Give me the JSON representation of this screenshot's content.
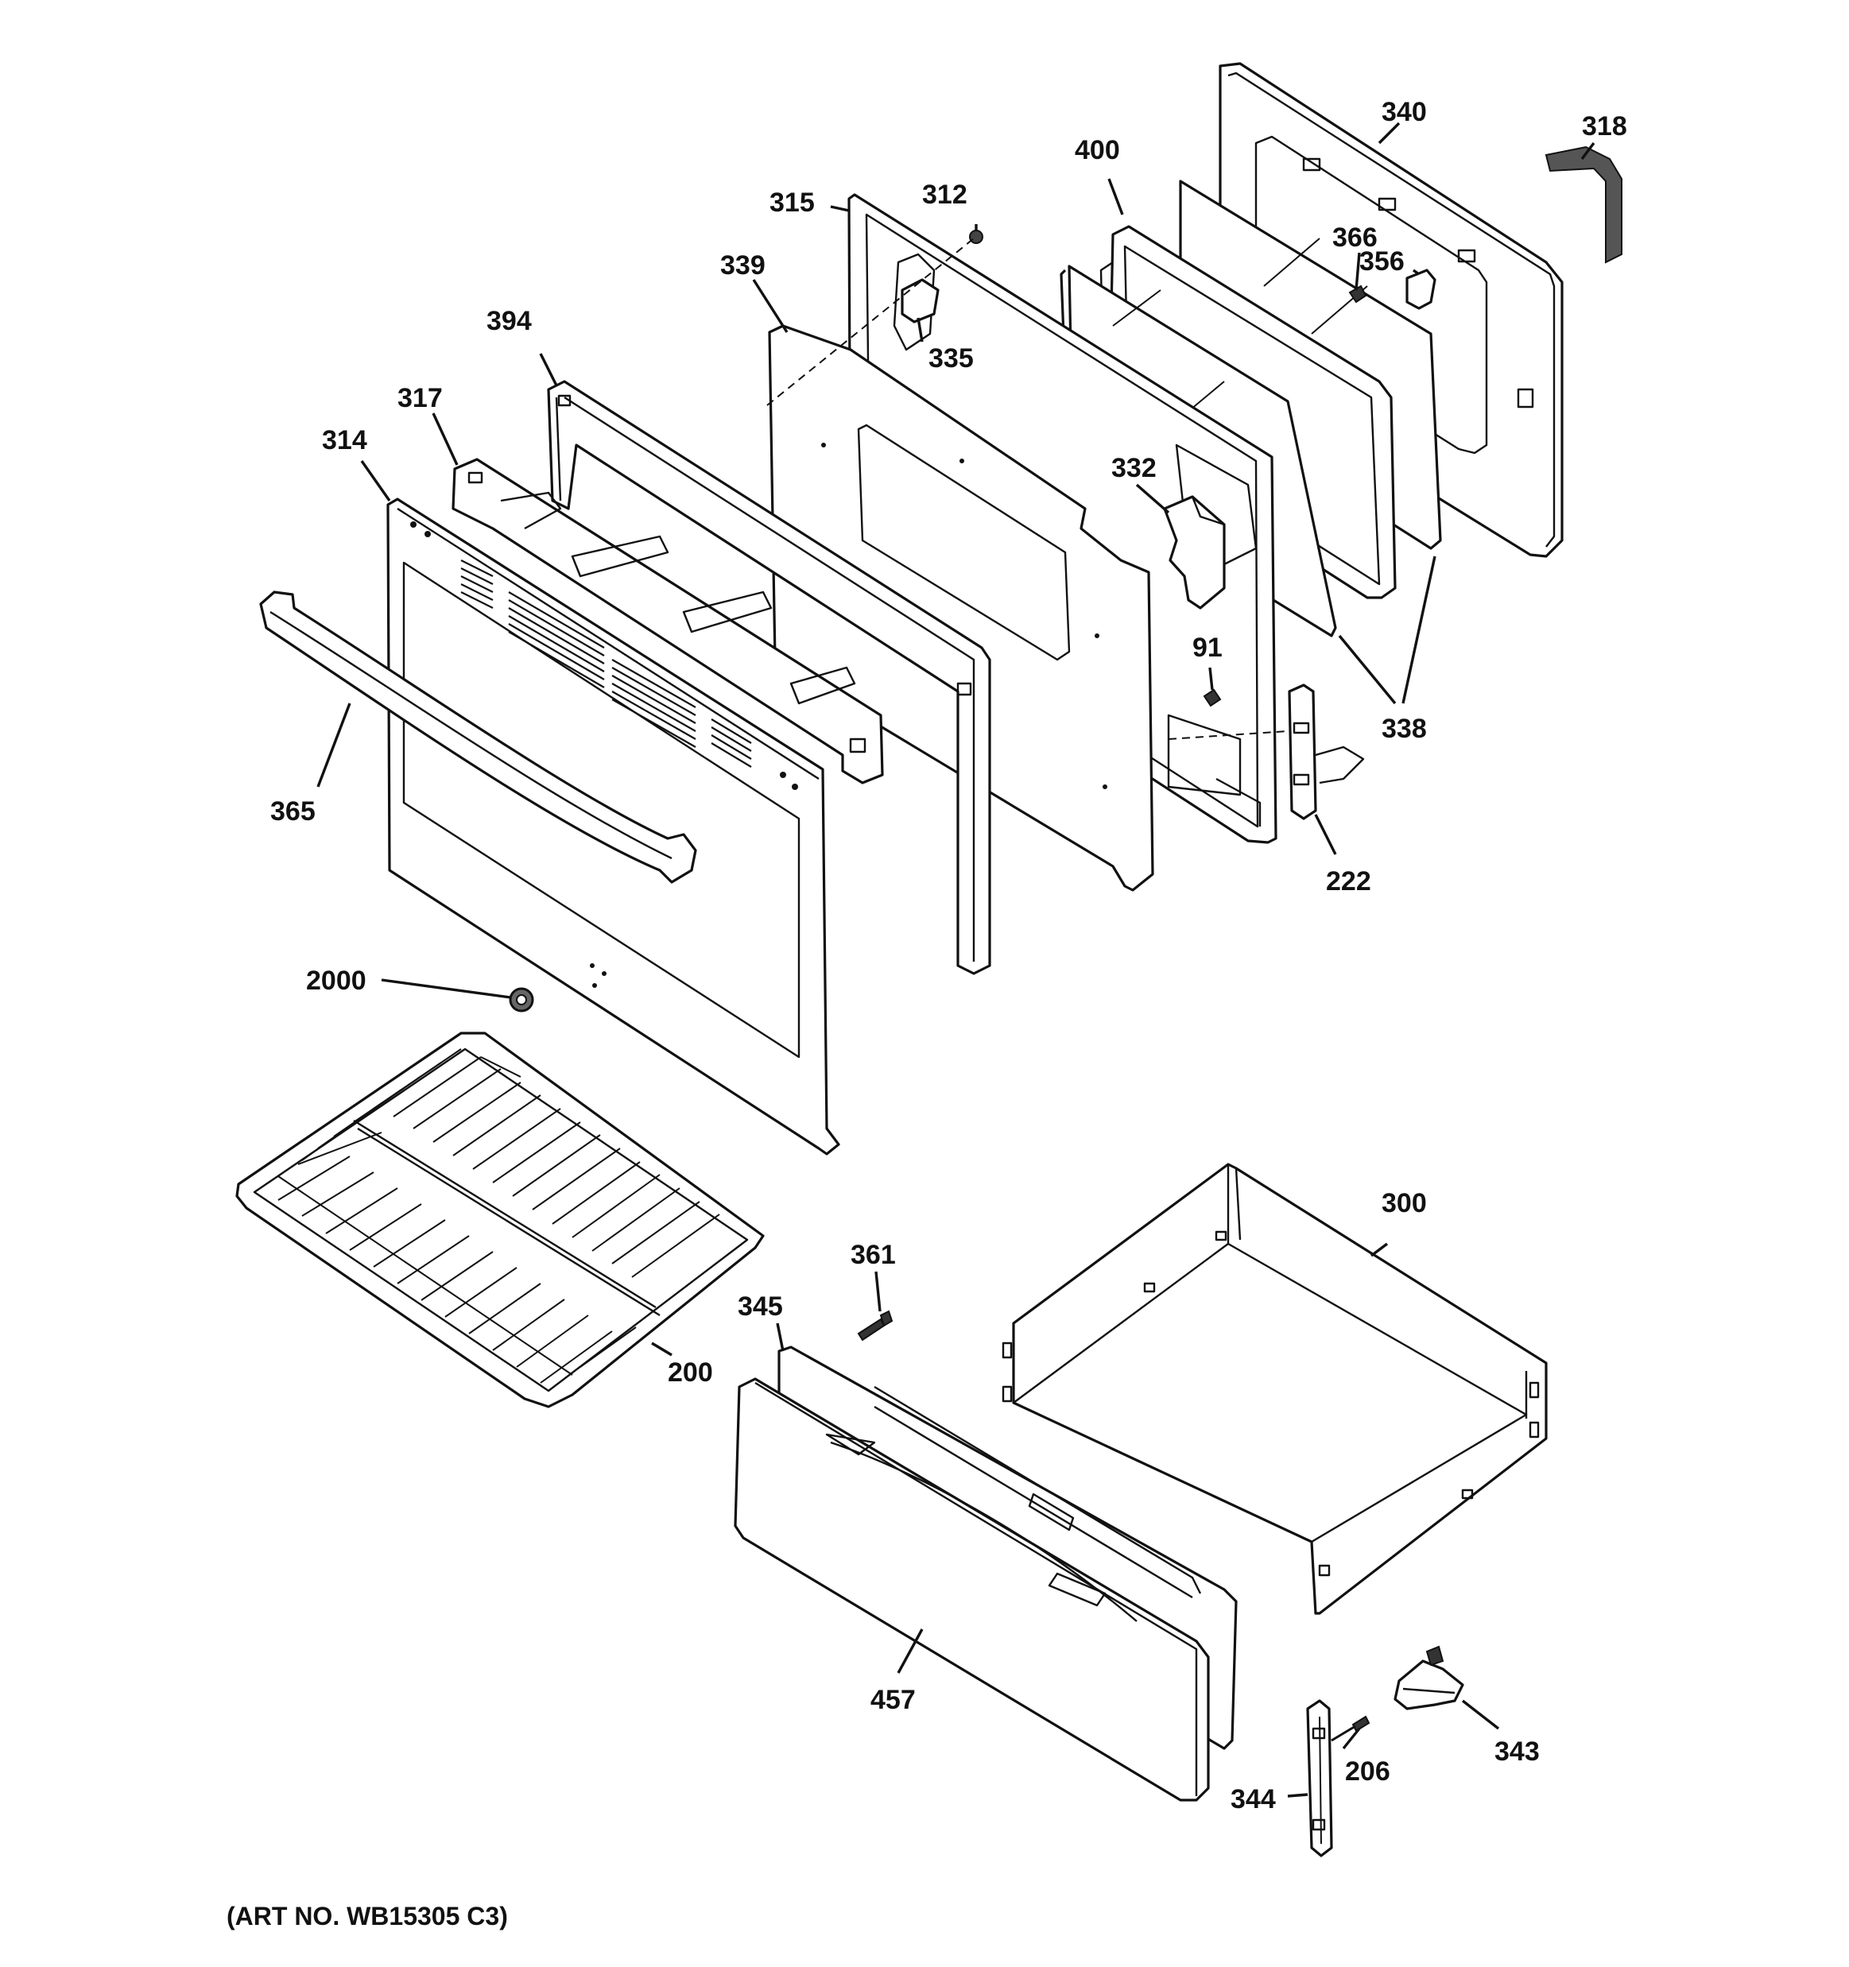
{
  "labels": {
    "l340": "340",
    "l318": "318",
    "l400": "400",
    "l315": "315",
    "l312": "312",
    "l366": "366",
    "l356": "356",
    "l339": "339",
    "l335": "335",
    "l394": "394",
    "l317": "317",
    "l314": "314",
    "l332": "332",
    "l91": "91",
    "l338": "338",
    "l365": "365",
    "l222": "222",
    "l2000": "2000",
    "l300": "300",
    "l361": "361",
    "l345": "345",
    "l200": "200",
    "l457": "457",
    "l343": "343",
    "l206": "206",
    "l344": "344"
  },
  "art_number": "(ART NO. WB15305 C3)"
}
